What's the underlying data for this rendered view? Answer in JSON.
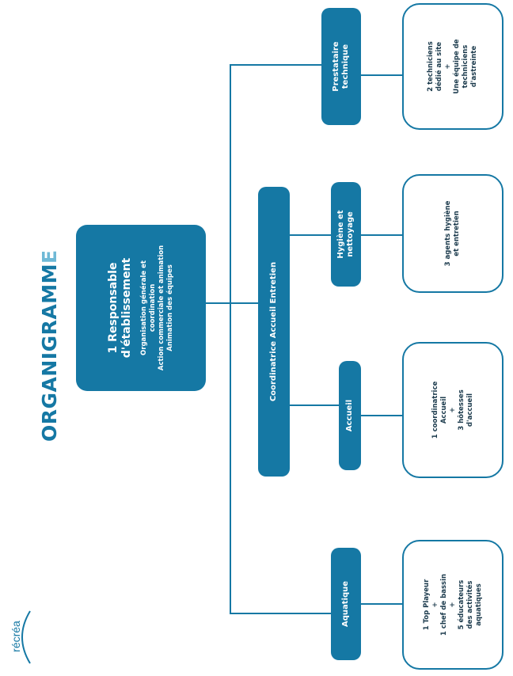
{
  "logo": {
    "text": "récréa",
    "accent": "#1578a4"
  },
  "title": {
    "main": "ORGANIGRAMM",
    "last_letter": "E"
  },
  "colors": {
    "primary": "#1578a4",
    "title_accent": "#6fb9d6",
    "outline_text": "#1b3a4c"
  },
  "responsable": {
    "heading_1": "1 Responsable",
    "heading_2": "d'établissement",
    "line_1": "Organisation générale et",
    "line_2": "coordination",
    "line_3": "Action commerciale et animation",
    "line_4": "Animation des équipes"
  },
  "coordinatrice": {
    "label": "Coordinatrice Accueil Entretien"
  },
  "departments": [
    {
      "label_1": "Aquatique",
      "label_2": "",
      "detail": [
        "1 Top Playeur",
        "+",
        "1 chef de bassin",
        "+",
        "5 éducateurs",
        "des activités",
        "aquatiques"
      ]
    },
    {
      "label_1": "Accueil",
      "label_2": "",
      "detail": [
        "1 coordinatrice",
        "Accueil",
        "+",
        "3 hôtesses",
        "d'accueil"
      ]
    },
    {
      "label_1": "Hygiène et",
      "label_2": "nettoyage",
      "detail": [
        "3 agents hygiène",
        "et entretien"
      ]
    },
    {
      "label_1": "Prestataire",
      "label_2": "technique",
      "detail": [
        "2 techniciens",
        "dédié au site",
        "+",
        "Une équipe de",
        "techniciens",
        "d'astreinte"
      ]
    }
  ]
}
